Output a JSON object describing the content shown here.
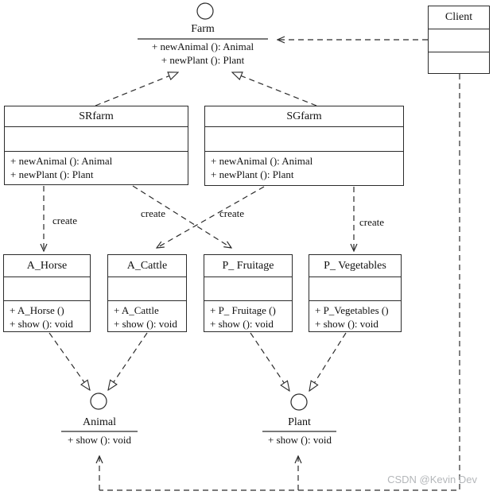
{
  "farm": {
    "name": "Farm",
    "ops": [
      "+ newAnimal (): Animal",
      "+ newPlant (): Plant"
    ]
  },
  "client": {
    "name": "Client"
  },
  "factories": [
    {
      "name": "SRfarm",
      "ops": [
        "+ newAnimal (): Animal",
        "+ newPlant (): Plant"
      ]
    },
    {
      "name": "SGfarm",
      "ops": [
        "+ newAnimal (): Animal",
        "+ newPlant (): Plant"
      ]
    }
  ],
  "products": [
    {
      "name": "A_Horse",
      "ops": [
        "+ A_Horse ()",
        "+ show (): void"
      ]
    },
    {
      "name": "A_Cattle",
      "ops": [
        "+ A_Cattle",
        "+ show (): void"
      ]
    },
    {
      "name": "P_ Fruitage",
      "ops": [
        "+ P_ Fruitage ()",
        "+ show (): void"
      ]
    },
    {
      "name": "P_ Vegetables",
      "ops": [
        "+ P_Vegetables ()",
        "+ show (): void"
      ]
    }
  ],
  "animal": {
    "name": "Animal",
    "op": "+ show (): void"
  },
  "plant": {
    "name": "Plant",
    "op": "+ show (): void"
  },
  "labels": {
    "create": "create"
  },
  "watermark": {
    "text": "CSDN @Kevin Dev"
  },
  "colors": {
    "line": "#2b2b2b",
    "text": "#111111",
    "background": "#ffffff",
    "watermark": "#b4b7ba"
  }
}
